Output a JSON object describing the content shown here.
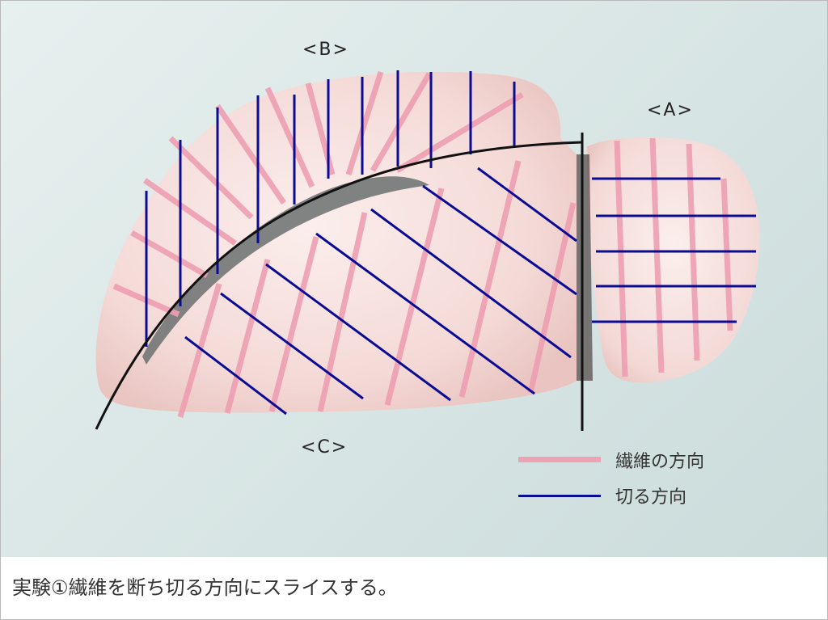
{
  "figure": {
    "labels": {
      "a": "<A>",
      "b": "<B>",
      "c": "<C>"
    },
    "legend": [
      {
        "label": "繊維の方向",
        "color": "#eea3b4",
        "style": "thick"
      },
      {
        "label": "切る方向",
        "color": "#0a0f8f",
        "style": "thin"
      }
    ],
    "colors": {
      "fiber": "#ee9fb2",
      "cut": "#0b0c93",
      "boundary": "#111111",
      "meat": "#f6dcda",
      "meat_shadow": "#e8c3c0",
      "gap": "#6a6f70"
    }
  },
  "caption": {
    "text": "実験①繊維を断ち切る方向にスライスする。"
  }
}
